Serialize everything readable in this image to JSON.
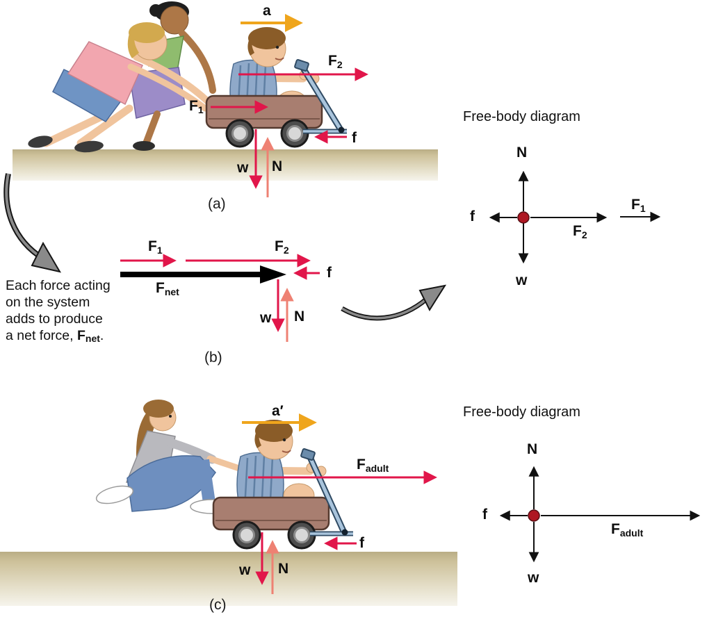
{
  "figure_type": "physics-force-diagram",
  "panel_a": {
    "caption": "(a)",
    "acceleration": "a",
    "F1": {
      "base": "F",
      "sub": "1"
    },
    "F2": {
      "base": "F",
      "sub": "2"
    },
    "friction": "f",
    "weight": "w",
    "normal": "N"
  },
  "panel_b": {
    "caption": "(b)",
    "F1": {
      "base": "F",
      "sub": "1"
    },
    "F2": {
      "base": "F",
      "sub": "2"
    },
    "Fnet": {
      "base": "F",
      "sub": "net"
    },
    "friction": "f",
    "weight": "w",
    "normal": "N"
  },
  "panel_c": {
    "caption": "(c)",
    "acceleration": "a′",
    "F_adult": {
      "base": "F",
      "sub": "adult"
    },
    "friction": "f",
    "weight": "w",
    "normal": "N"
  },
  "fbd_top": {
    "title": "Free-body diagram",
    "normal": "N",
    "weight": "w",
    "friction": "f",
    "F1": {
      "base": "F",
      "sub": "1"
    },
    "F2": {
      "base": "F",
      "sub": "2"
    }
  },
  "fbd_bottom": {
    "title": "Free-body diagram",
    "normal": "N",
    "weight": "w",
    "friction": "f",
    "F_adult": {
      "base": "F",
      "sub": "adult"
    }
  },
  "annotation": {
    "line1": "Each force acting",
    "line2": "on the system",
    "line3": "adds to produce",
    "line4_prefix": "a net force, ",
    "net_force": {
      "base": "F",
      "sub": "net"
    },
    "line4_suffix": "."
  },
  "colors": {
    "applied_force_arrow": "#e1164a",
    "normal_force_arrow": "#ee8173",
    "acceleration_arrow": "#efa51c",
    "net_force_arrow": "#000000",
    "free_body_arrow": "#111111",
    "free_body_dot": "#ae1722",
    "ground_tan": "#cdc19a",
    "wagon_brown": "#a87e70",
    "wagon_handle_blue": "#a9c4dc",
    "curved_arrow_gray": "#8a8a8a"
  }
}
